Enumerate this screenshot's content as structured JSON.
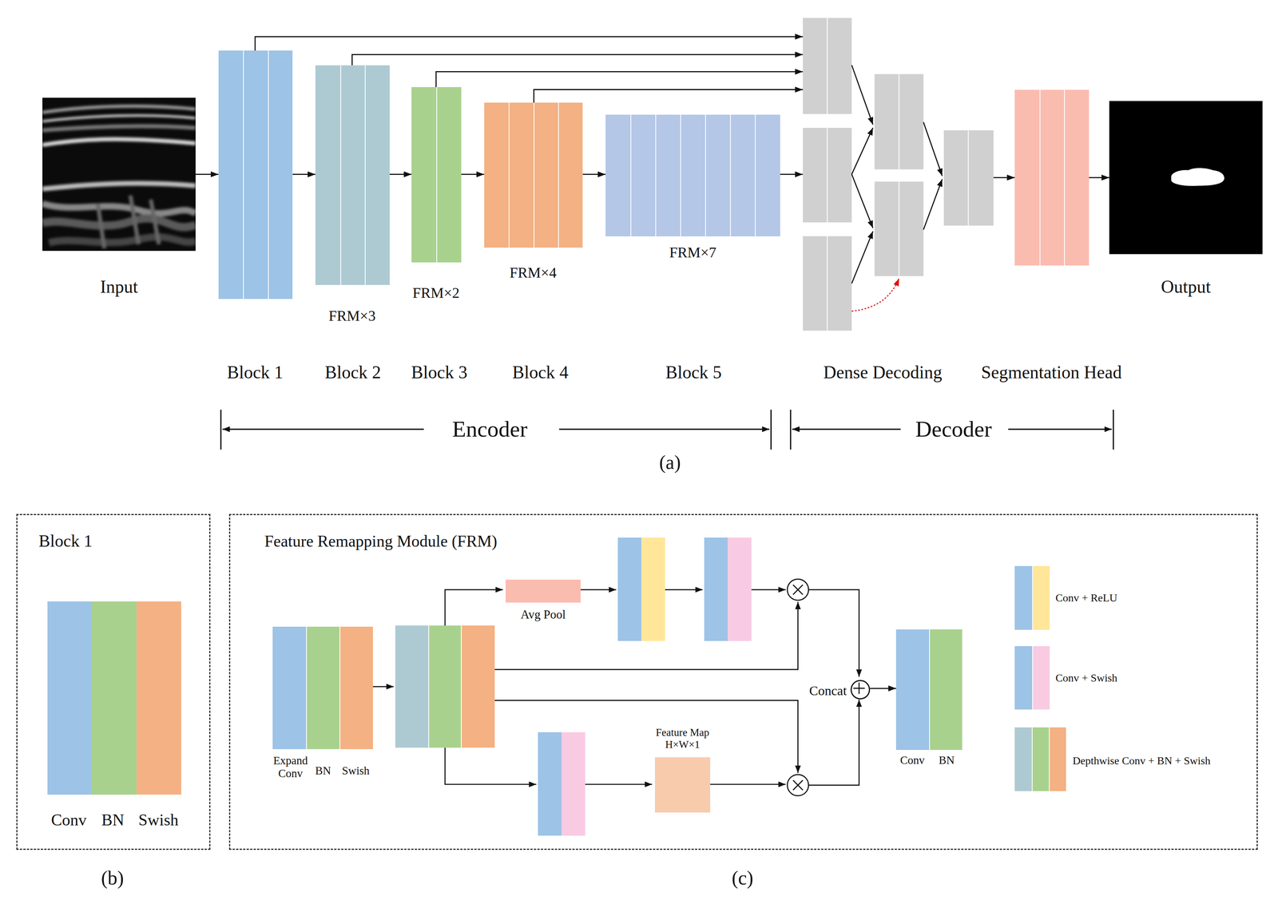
{
  "diagram": {
    "nodes": [
      {
        "text": [
          "Input"
        ]
      },
      {
        "text": [
          "Block 1"
        ]
      },
      {
        "text": [
          "FRM×3",
          "Block 2"
        ]
      },
      {
        "text": [
          "FRM×2",
          "Block 3"
        ]
      },
      {
        "text": [
          "FRM×4",
          "Block 4"
        ]
      },
      {
        "text": [
          "FRM×7",
          "Block 5"
        ]
      },
      {
        "text": [
          "Dense Decoding"
        ]
      },
      {
        "text": [
          "Segmentation Head"
        ]
      },
      {
        "text": [
          "Output"
        ]
      },
      {
        "text": [
          "Block 1"
        ]
      },
      {
        "text": [
          "Conv"
        ],
        "in": 9
      },
      {
        "text": [
          "BN"
        ],
        "in": 9
      },
      {
        "text": [
          "Swish"
        ],
        "in": 9
      },
      {
        "text": [
          "Feature Remapping Module (FRM)"
        ]
      },
      {
        "text": [
          "Expand Conv",
          "BN",
          "Swish"
        ],
        "in": 13
      },
      {
        "text": [
          "Avg Pool"
        ],
        "in": 13
      },
      {
        "text": [
          "Feature Map H×W×1"
        ],
        "in": 13
      },
      {
        "text": [
          "Concat"
        ],
        "in": 13
      },
      {
        "text": [
          "Conv",
          "BN"
        ],
        "in": 13
      }
    ],
    "edges": [
      {
        "from": 0,
        "to": 1,
        "arrow": "to"
      },
      {
        "from": 1,
        "to": 2,
        "arrow": "to"
      },
      {
        "from": 2,
        "to": 3,
        "arrow": "to"
      },
      {
        "from": 3,
        "to": 4,
        "arrow": "to"
      },
      {
        "from": 4,
        "to": 5,
        "arrow": "to"
      },
      {
        "from": 5,
        "to": 6,
        "arrow": "to"
      },
      {
        "from": 1,
        "to": 6,
        "arrow": "to"
      },
      {
        "from": 2,
        "to": 6,
        "arrow": "to"
      },
      {
        "from": 3,
        "to": 6,
        "arrow": "to"
      },
      {
        "from": 4,
        "to": 6,
        "arrow": "to"
      },
      {
        "from": 6,
        "to": 7,
        "arrow": "to"
      },
      {
        "from": 7,
        "to": 8,
        "arrow": "to"
      },
      {
        "from": 17,
        "to": 18,
        "arrow": "to"
      }
    ],
    "labels": [
      "Encoder",
      "Decoder",
      "(a)",
      "(b)",
      "(c)"
    ],
    "legend": [
      {
        "text": "Conv + ReLU"
      },
      {
        "text": "Conv + Swish"
      },
      {
        "text": "Depthwise Conv + BN + Swish"
      }
    ]
  }
}
